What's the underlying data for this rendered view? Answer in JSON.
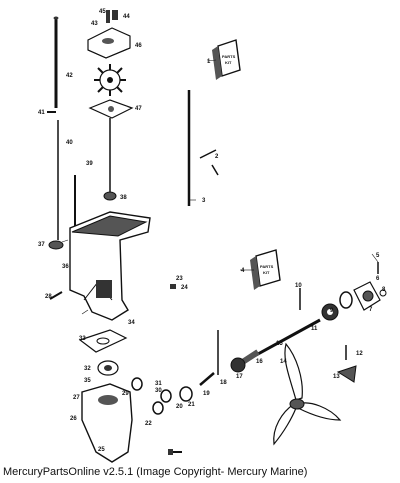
{
  "caption": "MercuryPartsOnline v2.5.1 (Image Copyright- Mercury Marine)",
  "callouts": [
    "1",
    "2",
    "3",
    "4",
    "5",
    "6",
    "7",
    "8",
    "9",
    "10",
    "11",
    "12",
    "13",
    "14",
    "15",
    "16",
    "17",
    "18",
    "19",
    "20",
    "21",
    "22",
    "23",
    "24",
    "25",
    "26",
    "27",
    "28",
    "29",
    "30",
    "31",
    "32",
    "33",
    "34",
    "35",
    "36",
    "37",
    "38",
    "39",
    "40",
    "41",
    "42",
    "43",
    "44",
    "45",
    "46",
    "47"
  ],
  "kits": [
    {
      "line1": "PARTS",
      "line2": "KIT"
    },
    {
      "line1": "PARTS",
      "line2": "KIT"
    }
  ],
  "colors": {
    "ink": "#111111",
    "paper": "#ffffff",
    "shade": "#555555"
  }
}
